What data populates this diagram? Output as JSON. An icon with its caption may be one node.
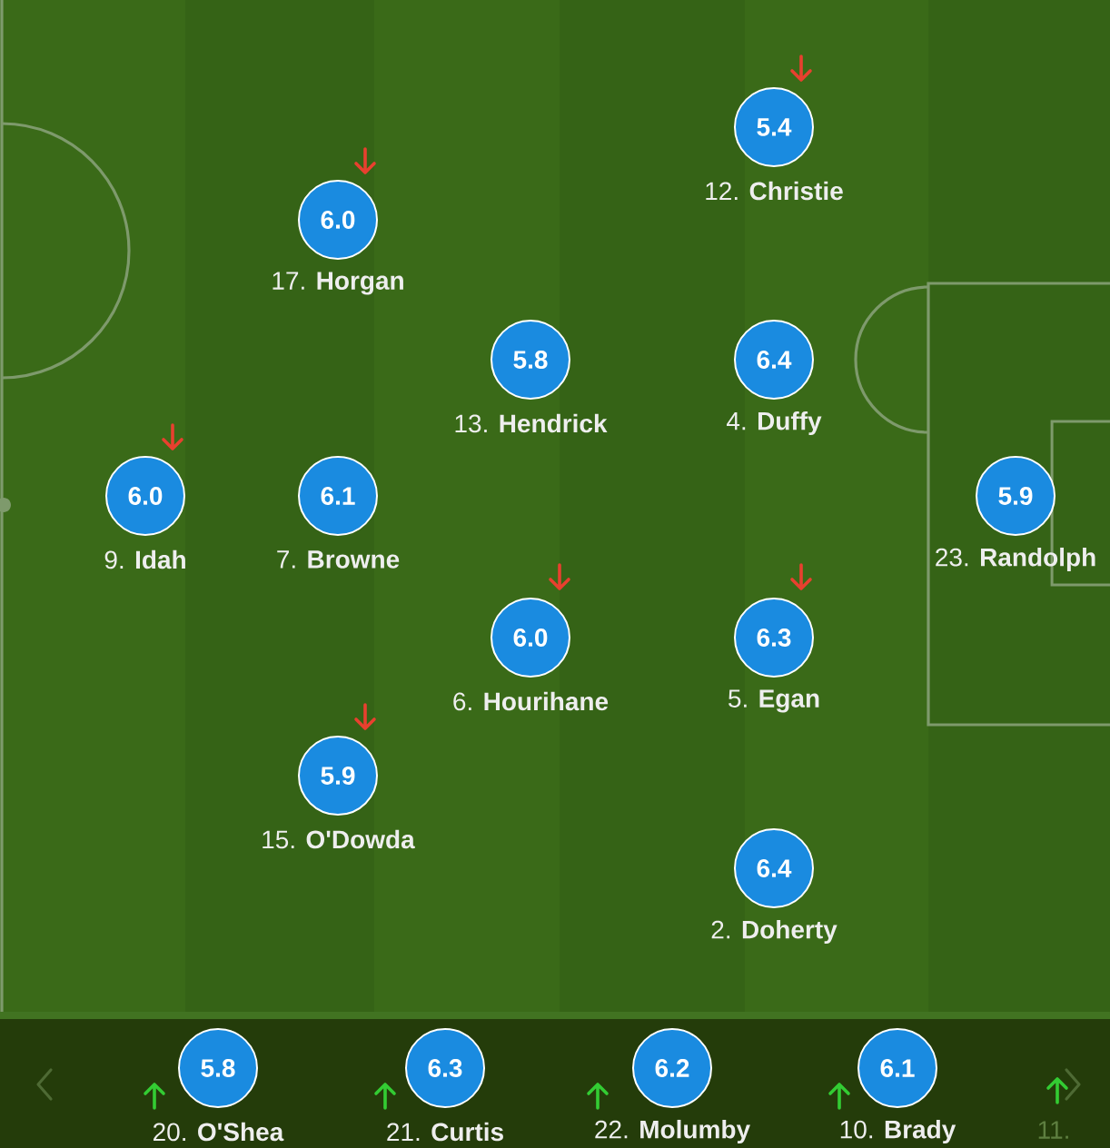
{
  "diagram": {
    "nodes": [
      {
        "text": [
          "5.4"
        ],
        "beside": [
          "12. **Christie**"
        ]
      },
      {
        "text": [
          "6.0"
        ],
        "beside": [
          "17. **Horgan**"
        ]
      },
      {
        "text": [
          "5.8"
        ],
        "beside": [
          "13. **Hendrick**"
        ]
      },
      {
        "text": [
          "6.4"
        ],
        "beside": [
          "4. **Duffy**"
        ]
      },
      {
        "text": [
          "6.0"
        ],
        "beside": [
          "9. **Idah**"
        ]
      },
      {
        "text": [
          "6.1"
        ],
        "beside": [
          "7. **Browne**"
        ]
      },
      {
        "text": [
          "5.9"
        ],
        "beside": [
          "23. **Randolph**"
        ]
      },
      {
        "text": [
          "6.0"
        ],
        "beside": [
          "6. **Hourihane**"
        ]
      },
      {
        "text": [
          "6.3"
        ],
        "beside": [
          "5. **Egan**"
        ]
      },
      {
        "text": [
          "5.9"
        ],
        "beside": [
          "15. **O'Dowda**"
        ]
      },
      {
        "text": [
          "6.4"
        ],
        "beside": [
          "2. **Doherty**"
        ]
      },
      {
        "text": [
          "5.8"
        ],
        "beside": [
          "20. **O'Shea**"
        ]
      },
      {
        "text": [
          "6.3"
        ],
        "beside": [
          "21. **Curtis**"
        ]
      },
      {
        "text": [
          "6.2"
        ],
        "beside": [
          "22. **Molumby**"
        ]
      },
      {
        "text": [
          "6.1"
        ],
        "beside": [
          "10. **Brady**"
        ]
      }
    ],
    "labels": [
      "11."
    ]
  }
}
